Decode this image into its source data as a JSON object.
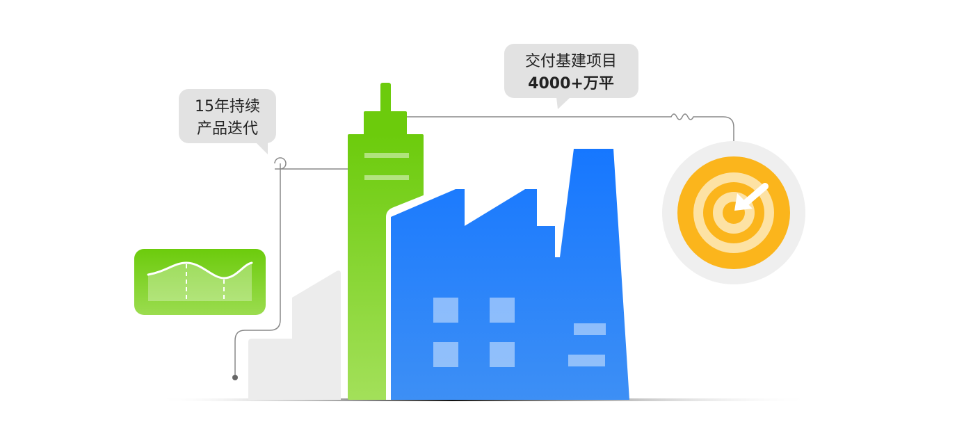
{
  "callouts": {
    "iteration": {
      "line1": "15年持续",
      "line2": "产品迭代"
    },
    "projects": {
      "line1": "交付基建项目",
      "line2": "4000+万平"
    }
  },
  "colors": {
    "green": "#6ccb0c",
    "blue": "#1677ff",
    "orange": "#fbb51c",
    "bubble": "#e2e2e2",
    "gray_building": "#ececec"
  },
  "icons": [
    "line-chart-card-icon",
    "tower-icon",
    "factory-icon",
    "target-icon"
  ]
}
